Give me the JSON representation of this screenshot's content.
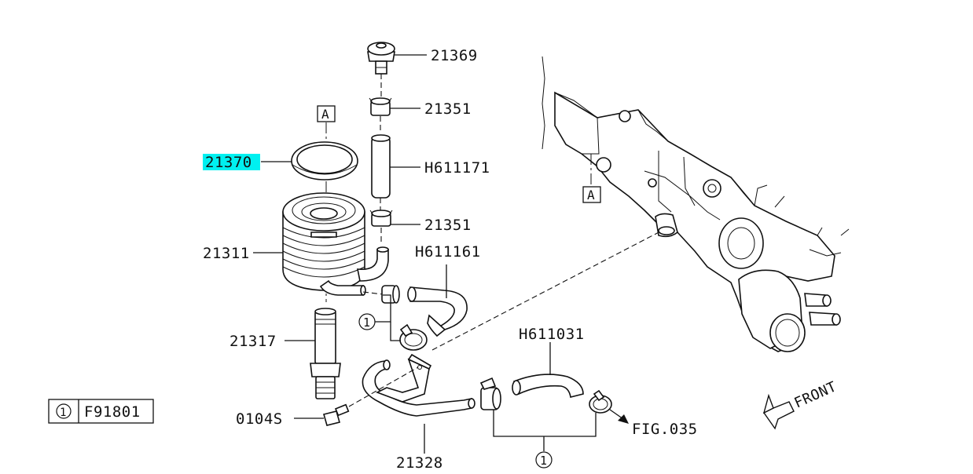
{
  "highlight_color": "#00f0f0",
  "parts": {
    "p21369": "21369",
    "p21351_top": "21351",
    "pH611171": "H611171",
    "p21370": "21370",
    "p21351_bottom": "21351",
    "p21311": "21311",
    "pH611161": "H611161",
    "p21317": "21317",
    "pH611031": "H611031",
    "p0104s": "0104S",
    "p21328": "21328",
    "fig035": "FIG.035"
  },
  "callouts": {
    "ref_a_top": "A",
    "ref_a_engine": "A",
    "circle_1_left": "1",
    "circle_1_bottom": "1"
  },
  "legend": {
    "number": "1",
    "code": "F91801"
  },
  "front_label": "FRONT"
}
